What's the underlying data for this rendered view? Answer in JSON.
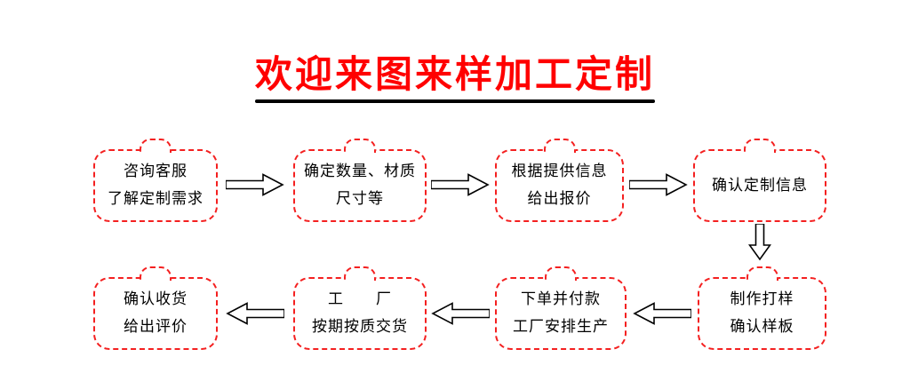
{
  "title": {
    "text": "欢迎来图来样加工定制"
  },
  "colors": {
    "title_red": "#ff0000",
    "box_border_red": "#f42020",
    "underline_black": "#000000",
    "text_black": "#000000",
    "arrow_fill": "#ffffff",
    "arrow_stroke": "#000000"
  },
  "steps": [
    {
      "line1": "咨询客服",
      "line2": "了解定制需求"
    },
    {
      "line1": "确定数量、材质",
      "line2": "尺寸等"
    },
    {
      "line1": "根据提供信息",
      "line2": "给出报价"
    },
    {
      "line1": "确认定制信息"
    },
    {
      "line1": "制作打样",
      "line2": "确认样板"
    },
    {
      "line1": "下单并付款",
      "line2": "工厂安排生产"
    },
    {
      "line1": "工　　厂",
      "line2": "按期按质交货"
    },
    {
      "line1": "确认收货",
      "line2": "给出评价"
    }
  ],
  "icons": {
    "arrow_right": "hollow right arrow",
    "arrow_left": "hollow left arrow",
    "arrow_down": "hollow down arrow"
  }
}
